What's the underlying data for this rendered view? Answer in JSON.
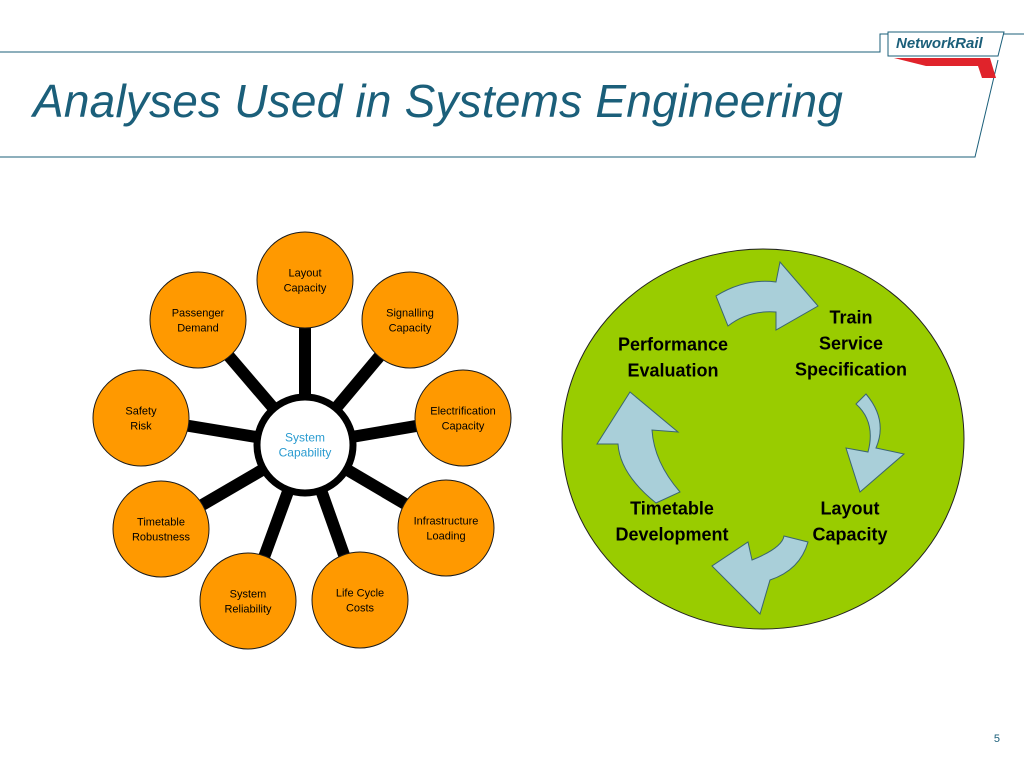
{
  "slide": {
    "title": "Analyses Used in Systems Engineering",
    "page_number": "5",
    "logo_text": "NetworkRail"
  },
  "colors": {
    "title": "#1b5f7a",
    "node_fill": "#ff9900",
    "hub_text": "#2a9bd0",
    "cycle_fill": "#99cc00",
    "arrow_fill": "#a9cfd9"
  },
  "hub_diagram": {
    "center": [
      "System",
      "Capability"
    ],
    "nodes": [
      {
        "id": "layout-capacity",
        "lines": [
          "Layout",
          "Capacity"
        ]
      },
      {
        "id": "signalling-capacity",
        "lines": [
          "Signalling",
          "Capacity"
        ]
      },
      {
        "id": "electrification-capacity",
        "lines": [
          "Electrification",
          "Capacity"
        ]
      },
      {
        "id": "infrastructure-loading",
        "lines": [
          "Infrastructure",
          "Loading"
        ]
      },
      {
        "id": "life-cycle-costs",
        "lines": [
          "Life Cycle",
          "Costs"
        ]
      },
      {
        "id": "system-reliability",
        "lines": [
          "System",
          "Reliability"
        ]
      },
      {
        "id": "timetable-robustness",
        "lines": [
          "Timetable",
          "Robustness"
        ]
      },
      {
        "id": "safety-risk",
        "lines": [
          "Safety",
          "Risk"
        ]
      },
      {
        "id": "passenger-demand",
        "lines": [
          "Passenger",
          "Demand"
        ]
      }
    ]
  },
  "cycle_diagram": {
    "stages": [
      {
        "id": "train-service-specification",
        "lines": [
          "Train",
          "Service",
          "Specification"
        ]
      },
      {
        "id": "layout-capacity",
        "lines": [
          "Layout",
          "Capacity"
        ]
      },
      {
        "id": "timetable-development",
        "lines": [
          "Timetable",
          "Development"
        ]
      },
      {
        "id": "performance-evaluation",
        "lines": [
          "Performance",
          "Evaluation"
        ]
      }
    ]
  }
}
